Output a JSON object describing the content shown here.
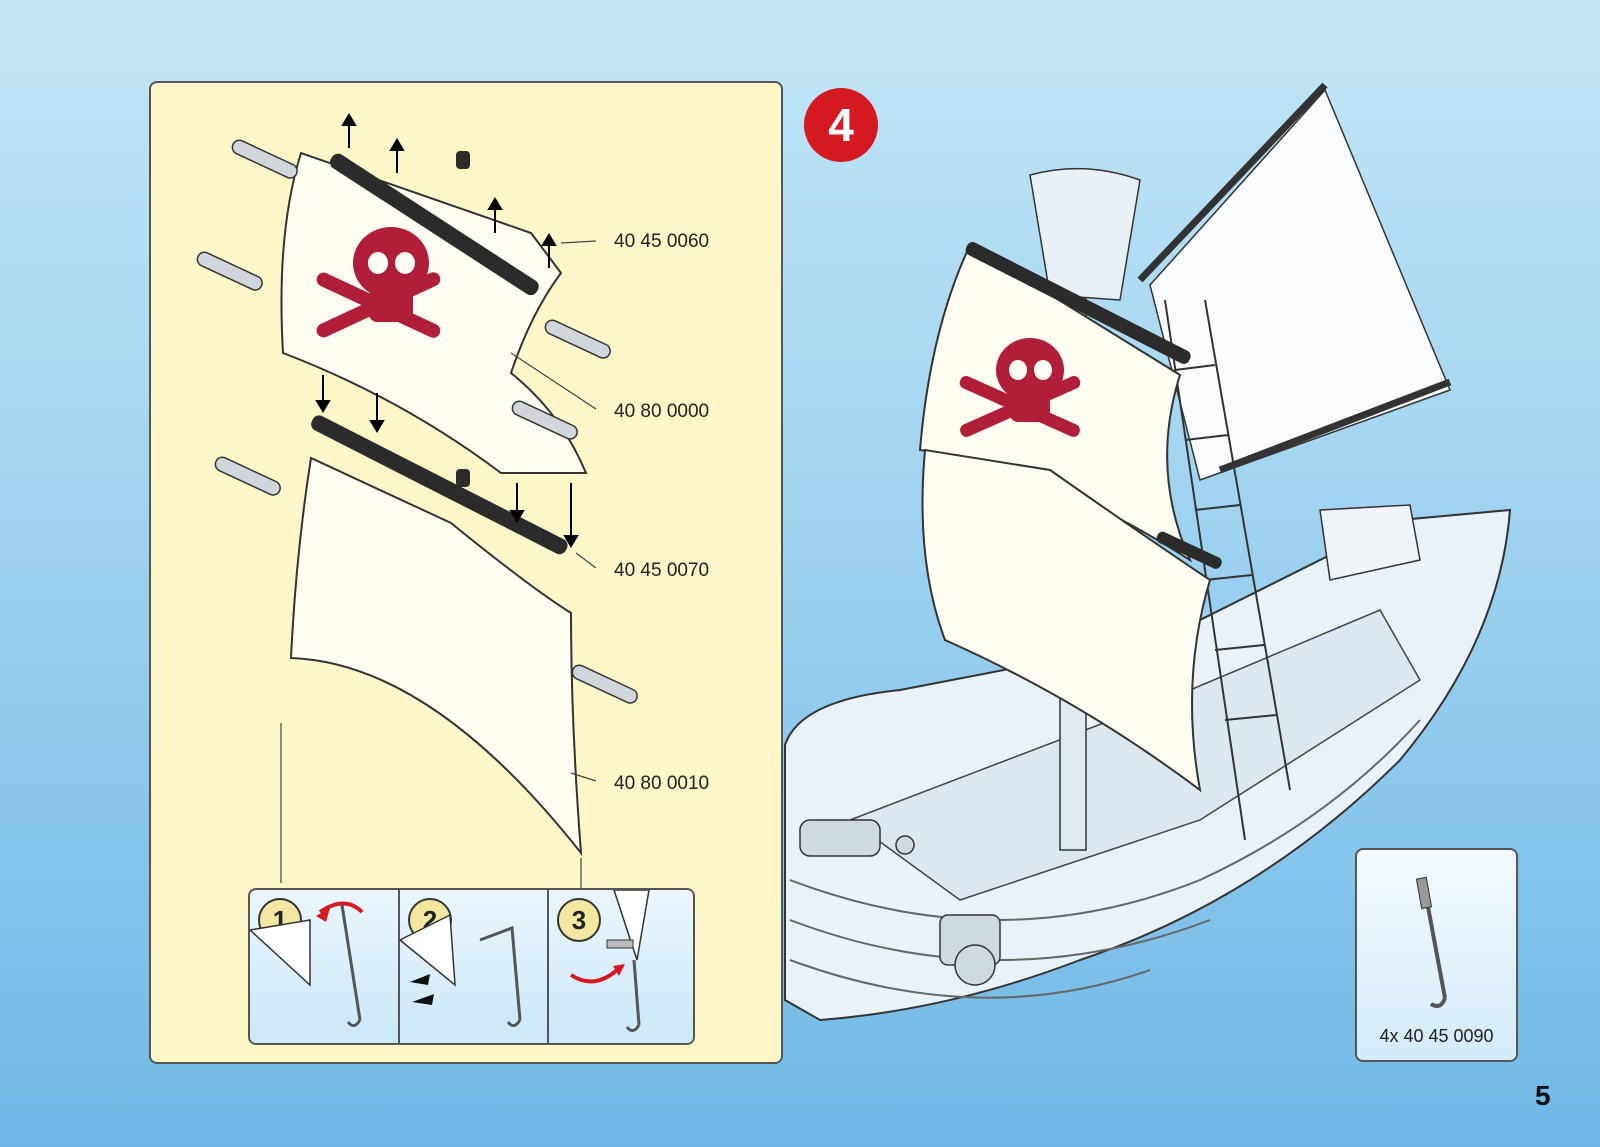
{
  "step": {
    "number": "4"
  },
  "parts": [
    {
      "label": "40 45 0060"
    },
    {
      "label": "40 80 0000"
    },
    {
      "label": "40 45 0070"
    },
    {
      "label": "40 80 0010"
    }
  ],
  "substeps": [
    "1",
    "2",
    "3"
  ],
  "parts_box": {
    "label": "4x 40 45 0090"
  },
  "page": {
    "number": "5"
  },
  "colors": {
    "skull": "#b01e3a",
    "accent_red": "#d51920",
    "panel": "#fdf6c9",
    "spar": "#2b2b2b"
  }
}
